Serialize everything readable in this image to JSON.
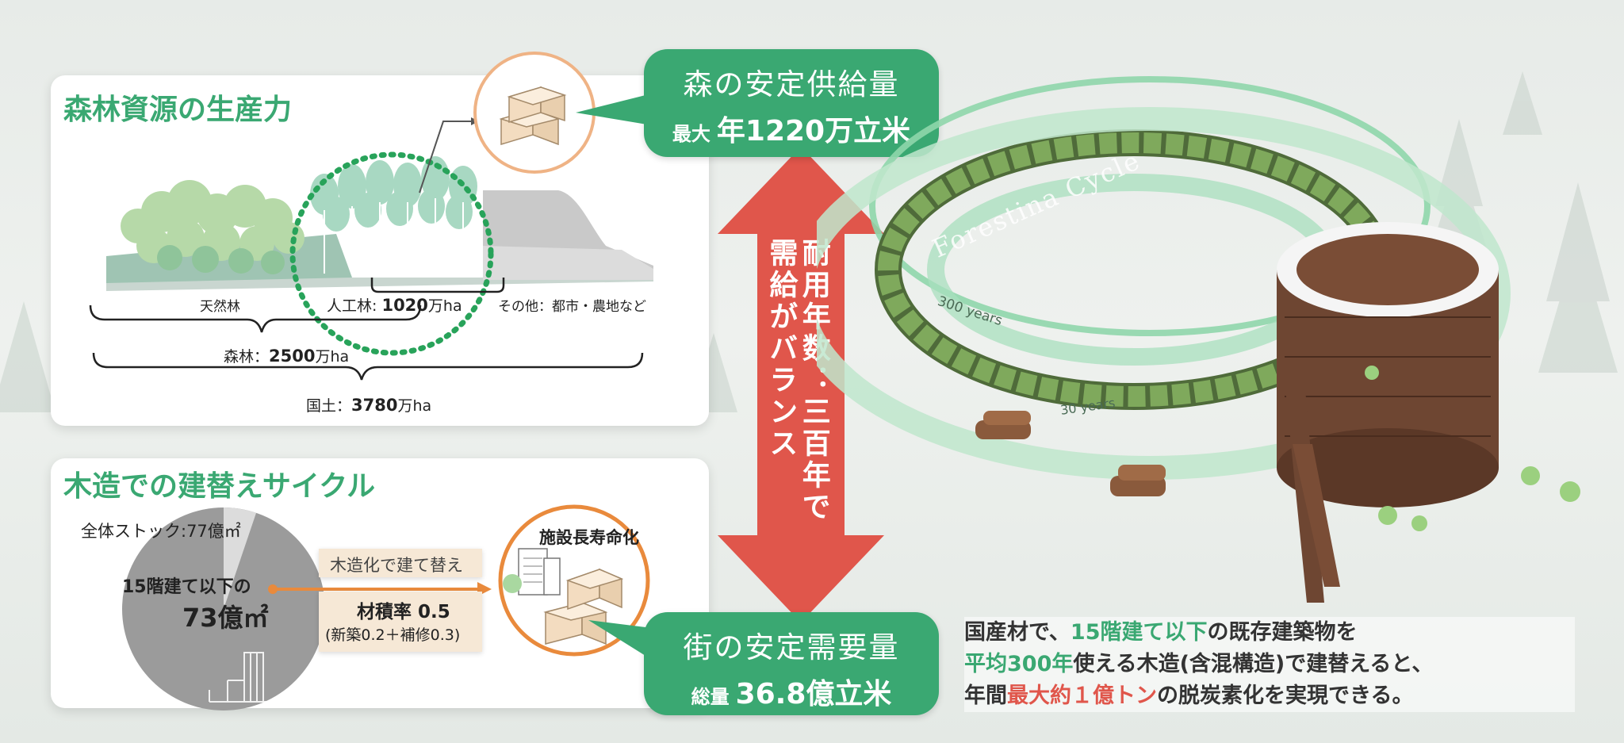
{
  "forest_card": {
    "title": "森林資源の生産力",
    "natural_forest": "天然林",
    "plantation_prefix": "人工林: ",
    "plantation_value": "1020",
    "plantation_unit": "万ha",
    "other": "その他：都市・農地など",
    "forest_prefix": "森林：",
    "forest_value": "2500",
    "forest_unit": "万ha",
    "land_prefix": "国土：",
    "land_value": "3780",
    "land_unit": "万ha"
  },
  "rebuild_card": {
    "title": "木造での建替えサイクル",
    "total_stock": "全体ストック:77億㎡",
    "under15_label": "15階建て以下の",
    "under15_value": "73億㎡",
    "wood_rebuild": "木造化で建て替え",
    "volume_rate": "材積率 0.5",
    "volume_breakdown": "(新築0.2＋補修0.3)",
    "longevity": "施設長寿命化",
    "pie_fraction_stock": 0.948
  },
  "supply_bubble": {
    "title": "森の安定供給量",
    "prefix": "最大",
    "value": "年1220万立米"
  },
  "demand_bubble": {
    "title": "街の安定需要量",
    "prefix": "総量",
    "value": "36.8億立米"
  },
  "balance_arrow": {
    "line1": "耐用年数：三百年で",
    "line2": "需給がバランス"
  },
  "cycle": {
    "name": "Forestina Cycle",
    "outer_years": "300 years",
    "inner_years": "30 years"
  },
  "summary": {
    "line1_a": "国産材で、",
    "line1_b": "15階建て以下",
    "line1_c": "の既存建築物を",
    "line2_a": "平均300年",
    "line2_b": "使える木造(含混構造)で建替えると、",
    "line3_a": "年間",
    "line3_b": "最大約１億トン",
    "line3_c": "の脱炭素化を実現できる。"
  },
  "colors": {
    "brand_green": "#3aa872",
    "accent_red": "#e0564b",
    "accent_orange": "#e98a3c",
    "wood_tan": "#f6e8d6"
  }
}
